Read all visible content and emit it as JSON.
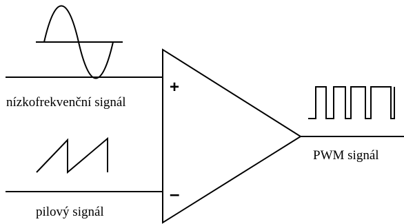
{
  "labels": {
    "sine_input": "nízkofrekvenční signál",
    "sawtooth_input": "pilový signál",
    "output": "PWM signál"
  },
  "symbols": {
    "plus": "+",
    "minus": "–"
  },
  "colors": {
    "stroke": "#000000",
    "background": "#ffffff"
  }
}
